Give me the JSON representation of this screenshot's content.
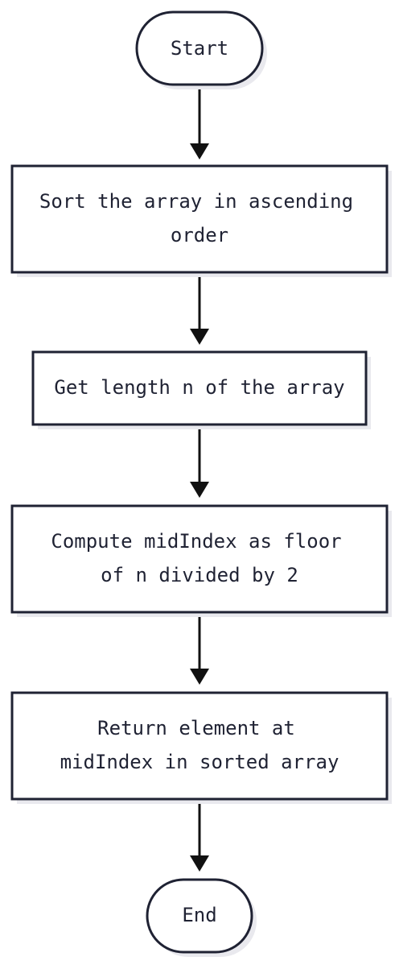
{
  "diagram": {
    "nodes": [
      {
        "id": "start",
        "shape": "terminal",
        "lines": [
          "Start"
        ]
      },
      {
        "id": "sort",
        "shape": "process",
        "lines": [
          "Sort the array in ascending",
          "order"
        ]
      },
      {
        "id": "length",
        "shape": "process",
        "lines": [
          "Get length n of the array"
        ]
      },
      {
        "id": "mid",
        "shape": "process",
        "lines": [
          "Compute midIndex as floor",
          "of n divided by 2"
        ]
      },
      {
        "id": "return",
        "shape": "process",
        "lines": [
          "Return element at",
          "midIndex in sorted array"
        ]
      },
      {
        "id": "end",
        "shape": "terminal",
        "lines": [
          "End"
        ]
      }
    ],
    "edges": [
      {
        "from": "start",
        "to": "sort"
      },
      {
        "from": "sort",
        "to": "length"
      },
      {
        "from": "length",
        "to": "mid"
      },
      {
        "from": "mid",
        "to": "return"
      },
      {
        "from": "return",
        "to": "end"
      }
    ]
  }
}
